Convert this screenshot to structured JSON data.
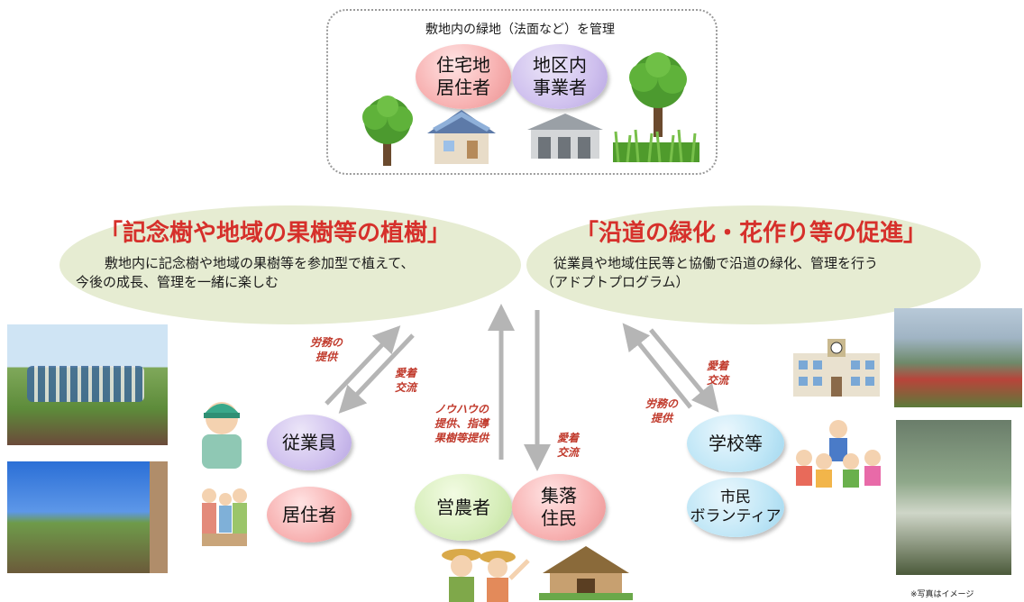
{
  "top_box": {
    "title": "敷地内の緑地（法面など）を管理",
    "residents": "住宅地\n居住者",
    "businesses": "地区内\n事業者"
  },
  "left_program": {
    "title": "「記念樹や地域の果樹等の植樹」",
    "line1": "敷地内に記念樹や地域の果樹等を参加型で植えて、",
    "line2": "今後の成長、管理を一緒に楽しむ"
  },
  "right_program": {
    "title": "「沿道の緑化・花作り等の促進」",
    "line1": "従業員や地域住民等と協働で沿道の緑化、管理を行う",
    "line2": "（アドプトプログラム）"
  },
  "actors": {
    "employees": "従業員",
    "residents": "居住者",
    "farmers": "営農者",
    "villagers": "集落\n住民",
    "schools": "学校等",
    "volunteers": "市民\nボランティア"
  },
  "arrow_labels": {
    "left_up": "労務の\n提供",
    "left_down": "愛着\n交流",
    "center_up": "ノウハウの\n提供、指導\n果樹等提供",
    "center_down": "愛着\n交流",
    "right_up": "労務の\n提供",
    "right_down": "愛着\n交流"
  },
  "footnote": "※写真はイメージ",
  "colors": {
    "accent_red": "#d6302b",
    "note_red": "#c0392b",
    "ellipse": "#e6ecd2",
    "arrow": "#b5b5b5"
  },
  "icons": [
    "tree-icon",
    "house-icon",
    "warehouse-icon",
    "grass-icon",
    "worker-icon",
    "family-icon",
    "school-icon",
    "children-icon",
    "farmers-icon",
    "farmhouse-icon"
  ]
}
